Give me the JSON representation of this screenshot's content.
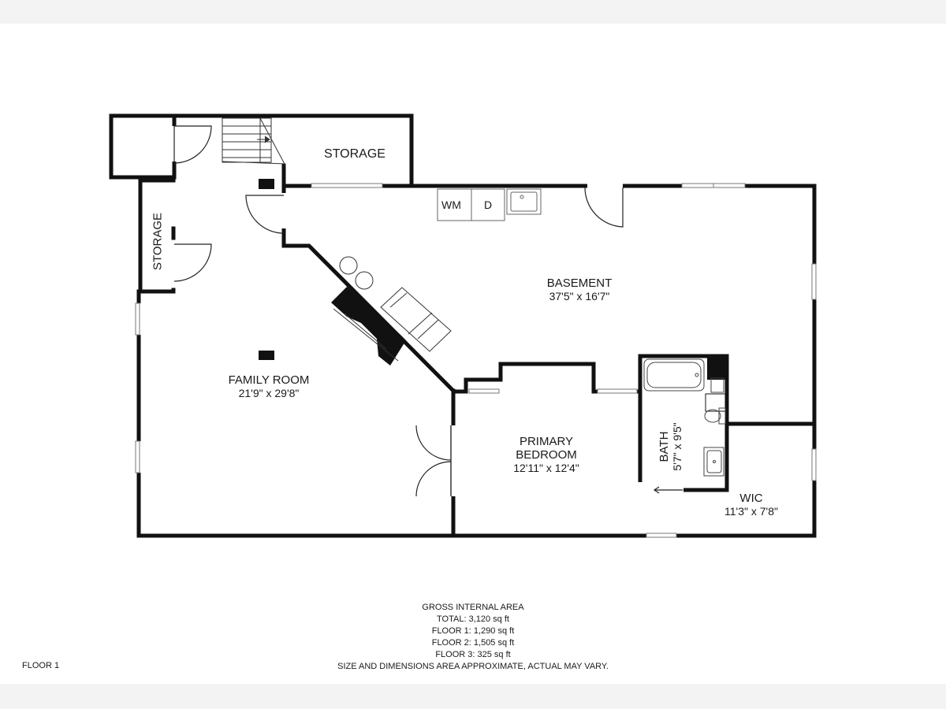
{
  "rooms": {
    "storage_top": {
      "name": "STORAGE"
    },
    "storage_left": {
      "name": "STORAGE"
    },
    "basement": {
      "name": "BASEMENT",
      "dims": "37'5\" x 16'7\""
    },
    "family_room": {
      "name": "FAMILY ROOM",
      "dims": "21'9\" x 29'8\""
    },
    "primary_bedroom": {
      "name_line1": "PRIMARY",
      "name_line2": "BEDROOM",
      "dims": "12'11\" x 12'4\""
    },
    "bath": {
      "name": "BATH",
      "dims": "5'7\" x 9'5\""
    },
    "wic": {
      "name": "WIC",
      "dims": "11'3\" x 7'8\""
    }
  },
  "fixtures": {
    "washer": "WM",
    "dryer": "D"
  },
  "area": {
    "heading": "GROSS INTERNAL AREA",
    "total": "TOTAL: 3,120 sq ft",
    "floor1": "FLOOR 1: 1,290 sq ft",
    "floor2": "FLOOR 2: 1,505 sq ft",
    "floor3": "FLOOR 3: 325 sq ft",
    "disclaimer": "SIZE AND DIMENSIONS AREA APPROXIMATE, ACTUAL MAY VARY."
  },
  "floor_label": "FLOOR 1"
}
